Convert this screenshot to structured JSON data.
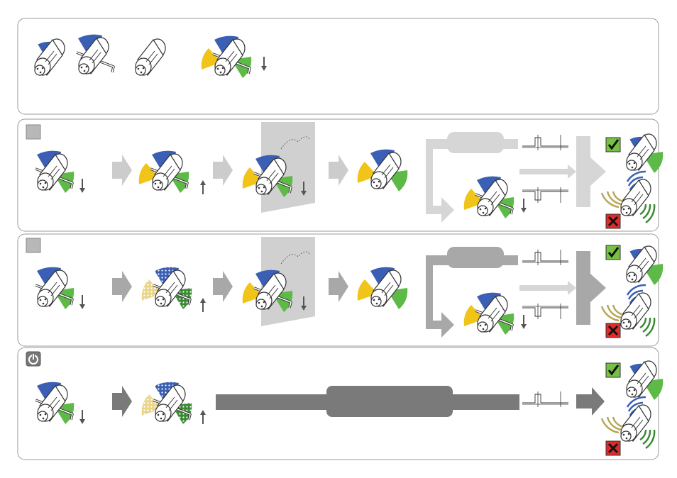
{
  "colors": {
    "blue": "#3a5fb4",
    "yellow": "#f0c419",
    "green": "#5dba47",
    "panel_border": "#9a9a9a",
    "arrow_light": "#cccccc",
    "arrow_mid": "#a8a8a8",
    "arrow_dark": "#7a7a7a",
    "check_green": "#76c043",
    "cross_red": "#e02b2b",
    "wall_gray": "#d0d0d0"
  },
  "panels": [
    {
      "name": "overview-panel",
      "icons": [
        "connector-blue-icon",
        "connector-hex-key-icon",
        "connector-plain-icon",
        "connector-tricolor-icon"
      ]
    },
    {
      "name": "method-a-panel",
      "badge": "gray-square",
      "arrow_tone": "light"
    },
    {
      "name": "method-b-panel",
      "badge": "gray-square",
      "arrow_tone": "mid"
    },
    {
      "name": "method-c-panel",
      "badge": "power-icon",
      "arrow_tone": "dark"
    }
  ],
  "outcome_icons": [
    "check-icon",
    "cross-icon"
  ]
}
